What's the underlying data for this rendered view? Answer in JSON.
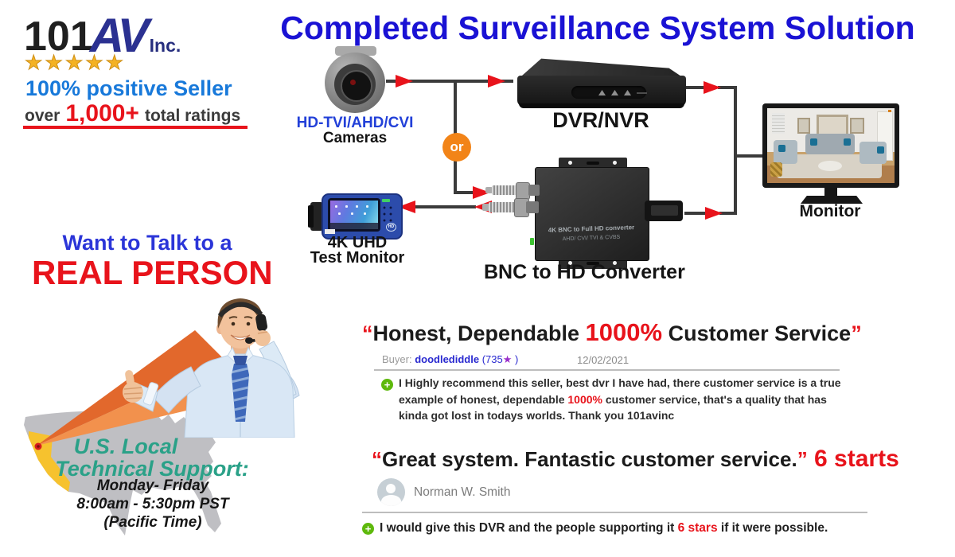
{
  "colors": {
    "title_blue": "#1a12d4",
    "link_blue": "#1879da",
    "accent_red": "#e8131b",
    "teal": "#2aa188",
    "orange_or": "#f28418",
    "star_gold": "#f4b223",
    "plus_green": "#5eb90c",
    "buyer_star_purple": "#9b2fc9"
  },
  "seller": {
    "logo_101": "101",
    "logo_av": "AV",
    "logo_inc": "Inc.",
    "stars": "★★★★★",
    "positive": "100% positive Seller",
    "ratings_prefix": "over",
    "ratings_count": "1,000+",
    "ratings_suffix": "total ratings"
  },
  "title": "Completed Surveillance System Solution",
  "diagram": {
    "or": "or",
    "camera_type": "HD-TVI/AHD/CVI",
    "camera_name": "Cameras",
    "dvr": "DVR/NVR",
    "monitor": "Monitor",
    "test_monitor_1": "4K UHD",
    "test_monitor_2": "Test Monitor",
    "converter": "BNC to HD Converter",
    "converter_print_1": "4K BNC to Full HD converter",
    "converter_print_2": "AHD/ CVI/ TVI & CVBS",
    "hd_badge": "HD"
  },
  "talk": {
    "line1": "Want to Talk to a",
    "line2": "REAL PERSON"
  },
  "support": {
    "heading1": "U.S. Local",
    "heading2": "Technical Support:",
    "days": "Monday- Friday",
    "hours": "8:00am - 5:30pm PST",
    "timezone": "(Pacific Time)"
  },
  "review1": {
    "quote_open": "“",
    "heading_a": "Honest, Dependable ",
    "heading_pct": "1000%",
    "heading_b": " Customer Service",
    "quote_close": "”",
    "buyer_label": "Buyer: ",
    "buyer_name": "doodlediddle",
    "buyer_score": " (735",
    "buyer_star": "★",
    "buyer_paren": " )",
    "date": "12/02/2021",
    "plus": "+",
    "line1": "I Highly recommend this seller, best dvr I have had, there customer service is a true",
    "line2_a": "example of honest, dependable ",
    "line2_red": "1000%",
    "line2_b": " customer service, that's a quality that has",
    "line3": "kinda got lost in todays worlds. Thank you 101avinc"
  },
  "review2": {
    "quote_open": "“",
    "heading": "Great system. Fantastic customer service.",
    "quote_close": "”",
    "heading_red": " 6 starts",
    "reviewer": "Norman W. Smith",
    "plus": "+",
    "body_a": "I would give this DVR and the people supporting it ",
    "body_red": "6 stars",
    "body_b": " if it were possible."
  }
}
